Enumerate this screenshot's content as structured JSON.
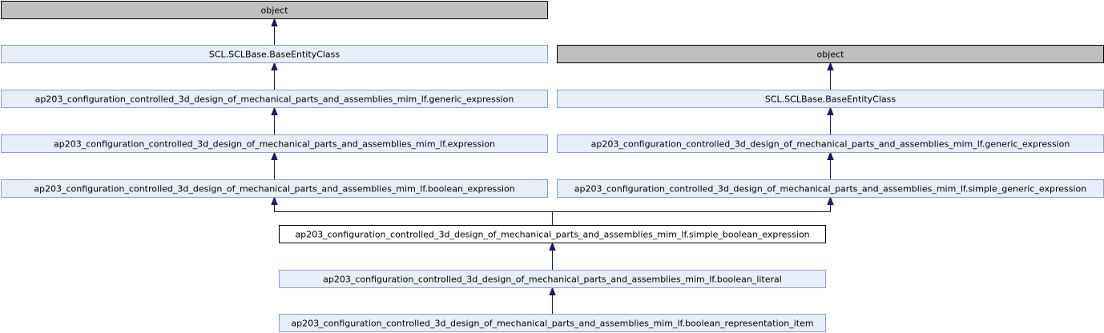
{
  "colors": {
    "grey_fill": "#bfbfbf",
    "grey_stroke": "#000000",
    "class_fill": "#e8eef7",
    "class_stroke": "#84a0cf",
    "focus_fill": "#ffffff",
    "focus_stroke": "#000000",
    "edge": "#191970"
  },
  "nodes": [
    {
      "id": "n_object_left",
      "label": "object",
      "style": "grey"
    },
    {
      "id": "n_base_left",
      "label": "SCL.SCLBase.BaseEntityClass",
      "style": "class"
    },
    {
      "id": "n_generic_left",
      "label": "ap203_configuration_controlled_3d_design_of_mechanical_parts_and_assemblies_mim_lf.generic_expression",
      "style": "class"
    },
    {
      "id": "n_expression",
      "label": "ap203_configuration_controlled_3d_design_of_mechanical_parts_and_assemblies_mim_lf.expression",
      "style": "class"
    },
    {
      "id": "n_boolean_expression",
      "label": "ap203_configuration_controlled_3d_design_of_mechanical_parts_and_assemblies_mim_lf.boolean_expression",
      "style": "class"
    },
    {
      "id": "n_object_right",
      "label": "object",
      "style": "grey"
    },
    {
      "id": "n_base_right",
      "label": "SCL.SCLBase.BaseEntityClass",
      "style": "class"
    },
    {
      "id": "n_generic_right",
      "label": "ap203_configuration_controlled_3d_design_of_mechanical_parts_and_assemblies_mim_lf.generic_expression",
      "style": "class"
    },
    {
      "id": "n_simple_generic",
      "label": "ap203_configuration_controlled_3d_design_of_mechanical_parts_and_assemblies_mim_lf.simple_generic_expression",
      "style": "class"
    },
    {
      "id": "n_simple_boolean",
      "label": "ap203_configuration_controlled_3d_design_of_mechanical_parts_and_assemblies_mim_lf.simple_boolean_expression",
      "style": "focus"
    },
    {
      "id": "n_boolean_literal",
      "label": "ap203_configuration_controlled_3d_design_of_mechanical_parts_and_assemblies_mim_lf.boolean_literal",
      "style": "class"
    },
    {
      "id": "n_boolean_rep_item",
      "label": "ap203_configuration_controlled_3d_design_of_mechanical_parts_and_assemblies_mim_lf.boolean_representation_item",
      "style": "class"
    }
  ],
  "edges": [
    {
      "from": "n_base_left",
      "to": "n_object_left"
    },
    {
      "from": "n_generic_left",
      "to": "n_base_left"
    },
    {
      "from": "n_expression",
      "to": "n_generic_left"
    },
    {
      "from": "n_boolean_expression",
      "to": "n_expression"
    },
    {
      "from": "n_base_right",
      "to": "n_object_right"
    },
    {
      "from": "n_generic_right",
      "to": "n_base_right"
    },
    {
      "from": "n_simple_generic",
      "to": "n_generic_right"
    },
    {
      "from": "n_simple_boolean",
      "to": "n_boolean_expression"
    },
    {
      "from": "n_simple_boolean",
      "to": "n_simple_generic"
    },
    {
      "from": "n_boolean_literal",
      "to": "n_simple_boolean"
    },
    {
      "from": "n_boolean_rep_item",
      "to": "n_boolean_literal"
    }
  ]
}
